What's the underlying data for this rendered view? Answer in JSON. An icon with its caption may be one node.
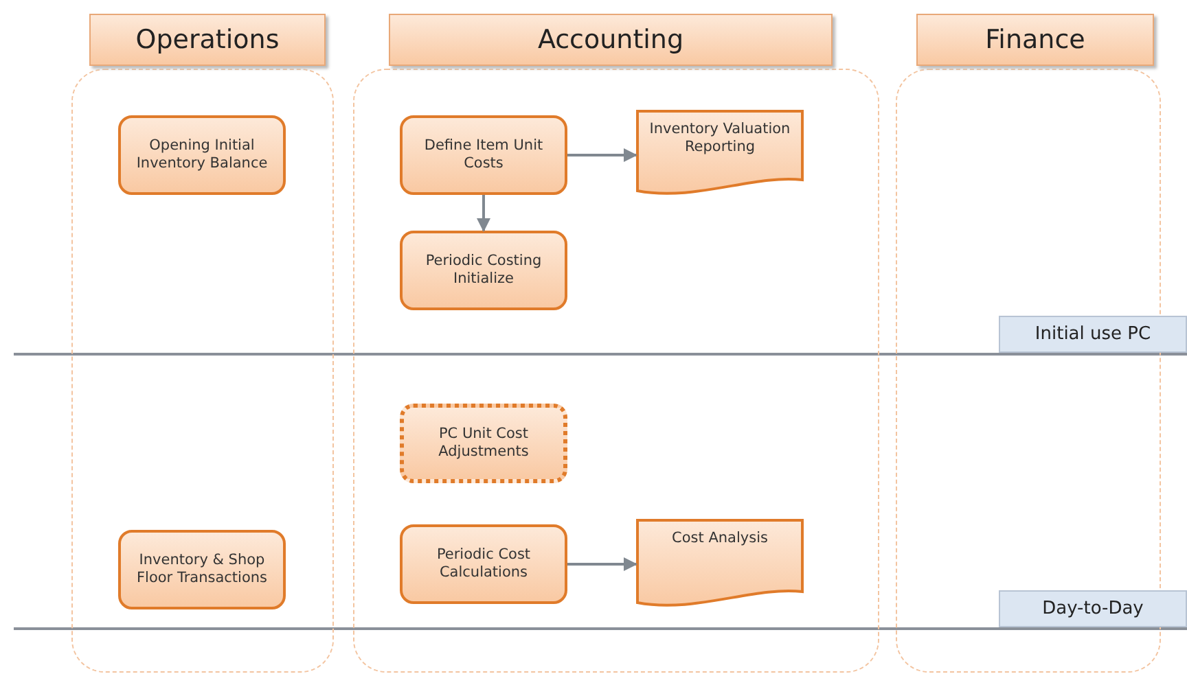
{
  "diagram": {
    "nodes": [
      {
        "text": [
          "Operations"
        ]
      },
      {
        "text": [
          "Opening Initial Inventory Balance"
        ],
        "in": 0
      },
      {
        "text": [
          "Inventory & Shop Floor Transactions"
        ],
        "in": 0
      },
      {
        "text": [
          "Accounting"
        ]
      },
      {
        "text": [
          "Define Item Unit Costs"
        ],
        "in": 3
      },
      {
        "text": [
          "Inventory Valuation Reporting"
        ],
        "in": 3
      },
      {
        "text": [
          "Periodic Costing Initialize"
        ],
        "in": 3
      },
      {
        "text": [
          "PC Unit Cost Adjustments"
        ],
        "in": 3
      },
      {
        "text": [
          "Periodic Cost Calculations"
        ],
        "in": 3
      },
      {
        "text": [
          "Cost Analysis"
        ],
        "in": 3
      },
      {
        "text": [
          "Finance"
        ]
      }
    ],
    "edges": [
      {
        "from": 4,
        "to": 5,
        "arrow": "to"
      },
      {
        "from": 4,
        "to": 6,
        "arrow": "to"
      },
      {
        "from": 8,
        "to": 9,
        "arrow": "to"
      }
    ],
    "labels": [
      "Initial use PC",
      "Day-to-Day"
    ]
  }
}
